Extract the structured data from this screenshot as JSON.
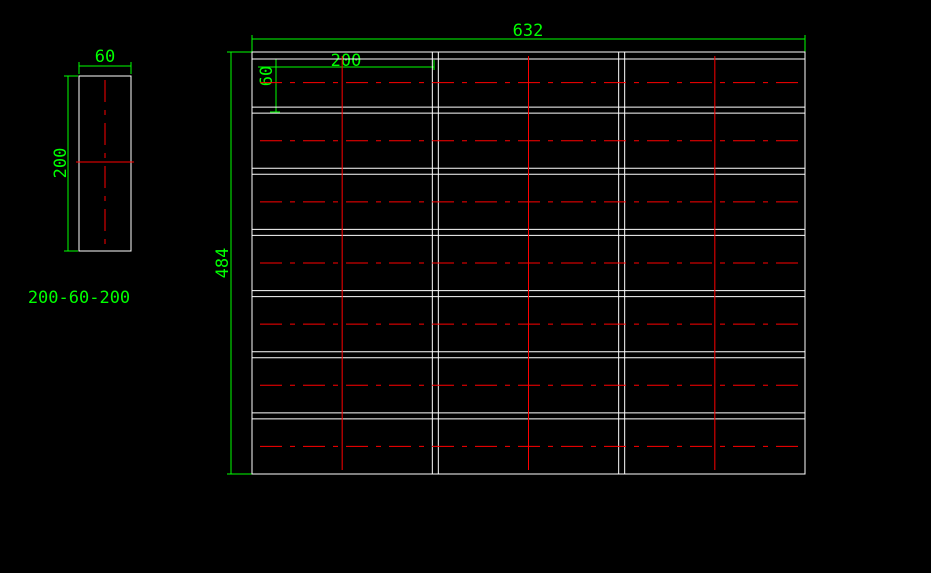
{
  "single_block": {
    "width_label": "60",
    "height_label": "200",
    "caption": "200-60-200"
  },
  "layout": {
    "total_width_label": "632",
    "total_height_label": "484",
    "cell_width_label": "200",
    "cell_height_label": "60",
    "columns": 3,
    "rows": 7
  },
  "colors": {
    "background": "#000000",
    "outline": "#ffffff",
    "dimension": "#00ff00",
    "centerline": "#ff0000"
  }
}
